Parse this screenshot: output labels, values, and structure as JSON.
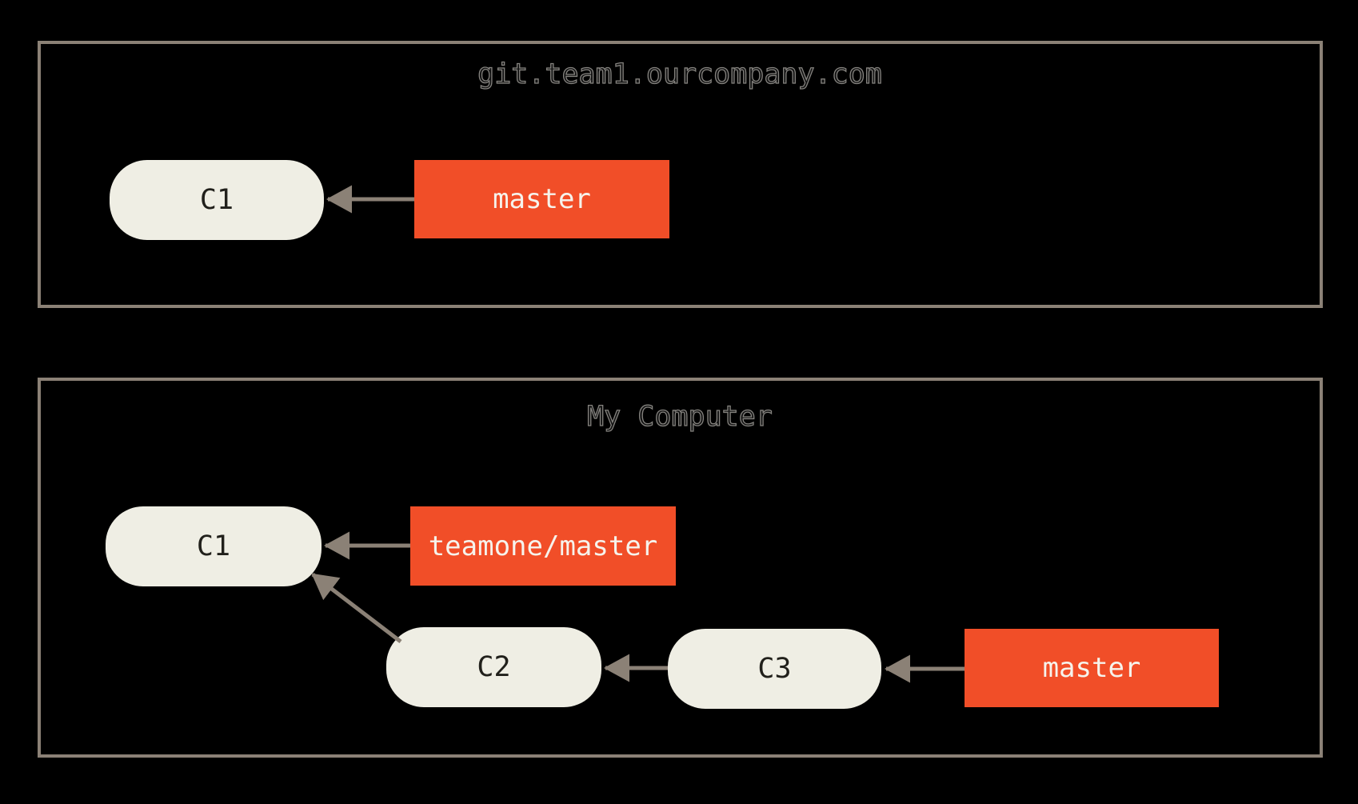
{
  "colors": {
    "background": "#000000",
    "box_border": "#8b8176",
    "arrow": "#8b8176",
    "commit_fill": "#efeee4",
    "commit_text": "#21201b",
    "branch_fill": "#f14e28",
    "branch_text": "#f6f3ec",
    "title_fill": "#121212",
    "title_stroke": "#85837f"
  },
  "remote": {
    "title": "git.team1.ourcompany.com",
    "commits": [
      {
        "label": "C1"
      }
    ],
    "branches": [
      {
        "label": "master"
      }
    ]
  },
  "local": {
    "title": "My Computer",
    "commits": [
      {
        "label": "C1"
      },
      {
        "label": "C2"
      },
      {
        "label": "C3"
      }
    ],
    "branches": [
      {
        "label": "teamone/master"
      },
      {
        "label": "master"
      }
    ]
  }
}
